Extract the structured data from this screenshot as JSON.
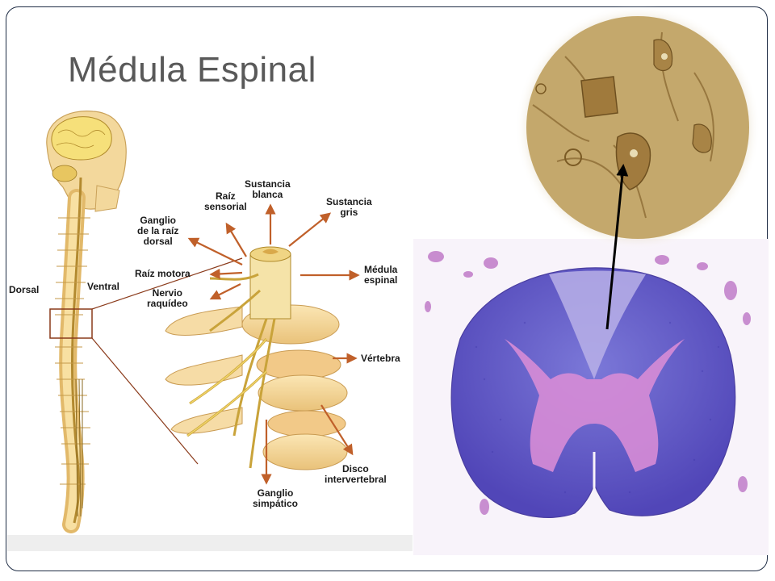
{
  "slide": {
    "title": "Médula Espinal"
  },
  "diagram_labels": {
    "dorsal": "Dorsal",
    "ventral": "Ventral",
    "sustancia_blanca": "Sustancia\nblanca",
    "raiz_sensorial": "Raíz\nsensorial",
    "sustancia_gris": "Sustancia\ngris",
    "ganglio_raiz_dorsal": "Ganglio\nde la raíz\ndorsal",
    "raiz_motora": "Raíz motora",
    "nervio_raquideo": "Nervio\nraquídeo",
    "medula_espinal": "Médula\nespinal",
    "vertebra": "Vértebra",
    "disco_intervertebral": "Disco\nintervertebral",
    "ganglio_simpatico": "Ganglio\nsimpático"
  },
  "colors": {
    "title": "#595959",
    "frame_border": "#1f2d45",
    "arrow": "#c0602a",
    "bone": "#f5dca0",
    "stain_purple": "#6a5fc8",
    "stain_pink": "#d68ad8",
    "micro_tan": "#c7ad70"
  }
}
